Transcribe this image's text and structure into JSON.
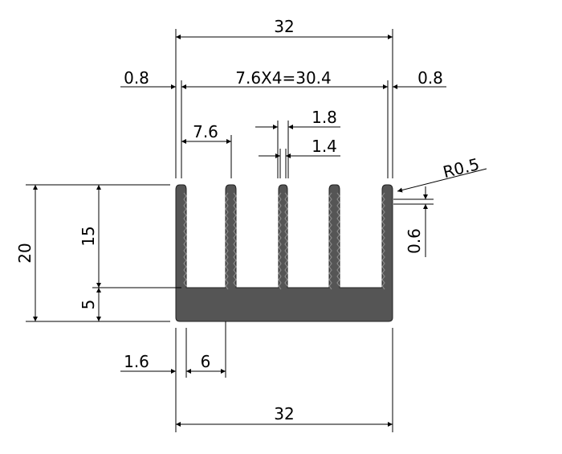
{
  "colors": {
    "profile_fill": "#555555",
    "line": "#000000",
    "background": "#ffffff"
  },
  "dimensions": {
    "overall_width_top": "32",
    "edge_left": "0.8",
    "pitch_total": "7.6X4=30.4",
    "edge_right": "0.8",
    "pitch": "7.6",
    "fin_width_top": "1.8",
    "fin_width_base": "1.4",
    "corner_radius": "R0.5",
    "serration_depth": "0.6",
    "total_height": "20",
    "fin_height": "15",
    "base_thickness": "5",
    "base_edge": "1.6",
    "slot_width": "6",
    "overall_width_bottom": "32"
  }
}
